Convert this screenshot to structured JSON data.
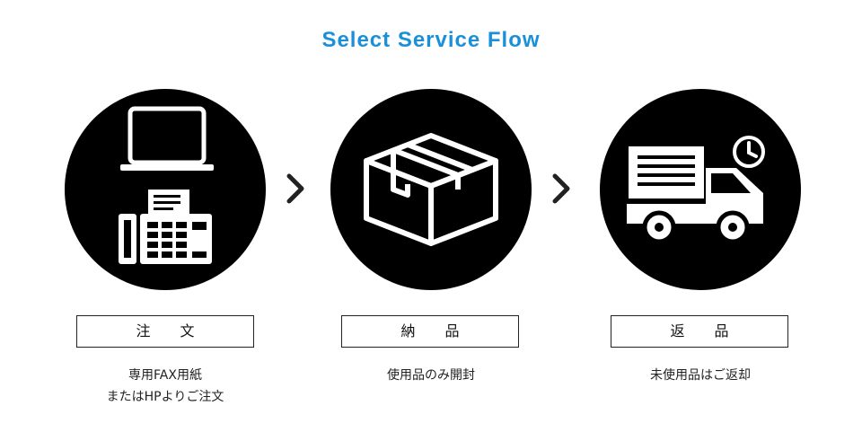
{
  "title": "Select Service Flow",
  "steps": [
    {
      "label": "注 文",
      "desc_lines": [
        "専用FAX用紙",
        "またはHPよりご注文"
      ],
      "icons": [
        "laptop-icon",
        "fax-icon"
      ]
    },
    {
      "label": "納 品",
      "desc_lines": [
        "使用品のみ開封"
      ],
      "icons": [
        "box-icon"
      ]
    },
    {
      "label": "返 品",
      "desc_lines": [
        "未使用品はご返却"
      ],
      "icons": [
        "truck-icon",
        "clock-icon"
      ]
    }
  ],
  "colors": {
    "title": "#1a90d9",
    "circle": "#000000",
    "arrow": "#222222",
    "border": "#222222"
  }
}
